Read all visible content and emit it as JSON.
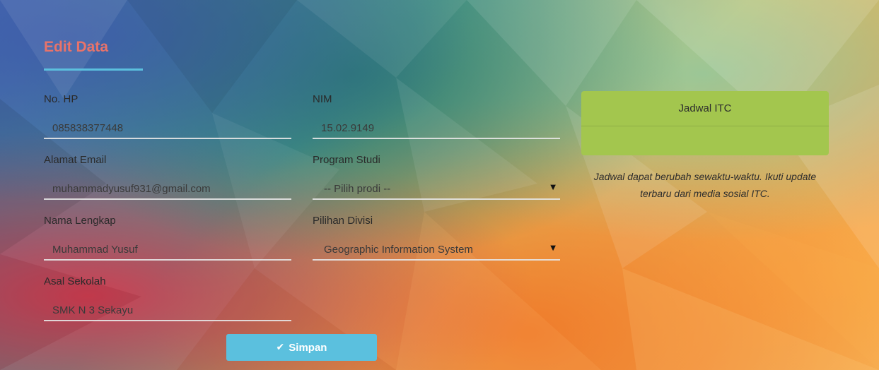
{
  "form": {
    "title": "Edit Data",
    "phone": {
      "label": "No. HP",
      "value": "085838377448"
    },
    "nim": {
      "label": "NIM",
      "value": "15.02.9149"
    },
    "email": {
      "label": "Alamat Email",
      "value": "muhammadyusuf931@gmail.com"
    },
    "program": {
      "label": "Program Studi",
      "value": "-- Pilih prodi --"
    },
    "name": {
      "label": "Nama Lengkap",
      "value": "Muhammad Yusuf"
    },
    "division": {
      "label": "Pilihan Divisi",
      "value": "Geographic Information System"
    },
    "school": {
      "label": "Asal Sekolah",
      "value": "SMK N 3 Sekayu"
    },
    "submit_label": "Simpan",
    "submit_icon": "check-icon"
  },
  "schedule": {
    "title": "Jadwal ITC",
    "note": "Jadwal dapat berubah sewaktu-waktu. Ikuti update terbaru dari media sosial ITC."
  },
  "colors": {
    "title": "#e8736a",
    "accent": "#5bc0de",
    "panel": "#a3c64e"
  }
}
